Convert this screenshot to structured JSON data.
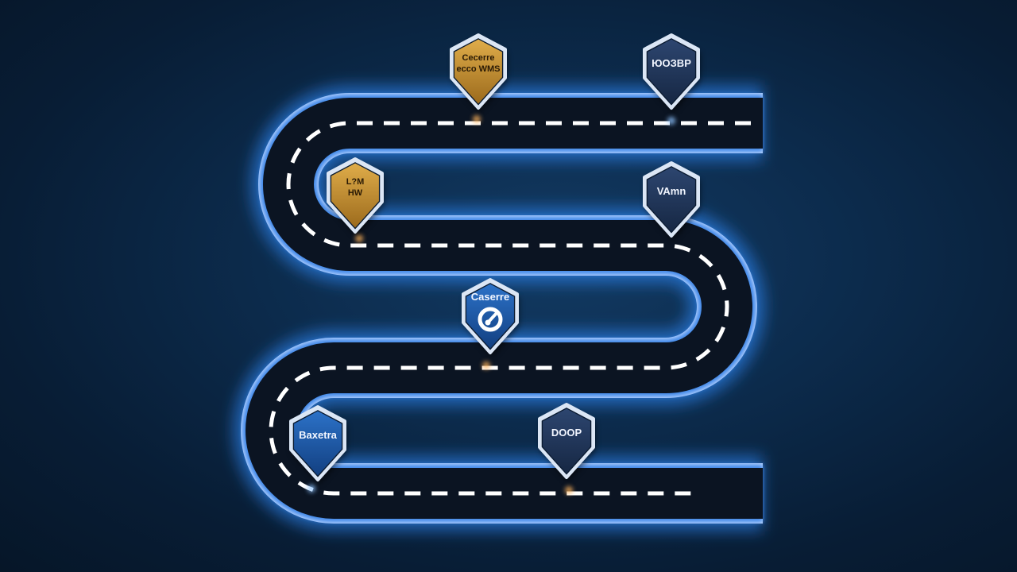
{
  "colors": {
    "background": "#0a2440",
    "road_fill": "#0b1422",
    "road_glow": "#2f8cff",
    "road_edge": "#c9dcff",
    "lane_marking": "#ffffff",
    "marker_gold": "#c8902e",
    "marker_blue": "#1a58a8",
    "marker_navy": "#1f3355",
    "marker_border": "#dbe6f5"
  },
  "markers": [
    {
      "name": "marker-top-left",
      "style": "gold",
      "icon": "none",
      "lines": [
        "Cecerre",
        "ecco WMS"
      ]
    },
    {
      "name": "marker-top-right",
      "style": "navy",
      "icon": "none",
      "lines": [
        "ЮОЗВР"
      ]
    },
    {
      "name": "marker-second-left",
      "style": "gold",
      "icon": "none",
      "lines": [
        "L?M",
        "HW"
      ]
    },
    {
      "name": "marker-second-right",
      "style": "navy",
      "icon": "none",
      "lines": [
        "VAmn"
      ]
    },
    {
      "name": "marker-middle",
      "style": "blue",
      "icon": "gauge-icon",
      "lines": [
        "Caserre"
      ]
    },
    {
      "name": "marker-bottom-left",
      "style": "blue",
      "icon": "none",
      "lines": [
        "Baxetra"
      ]
    },
    {
      "name": "marker-bottom-center",
      "style": "navy",
      "icon": "none",
      "lines": [
        "DOOP"
      ]
    }
  ]
}
